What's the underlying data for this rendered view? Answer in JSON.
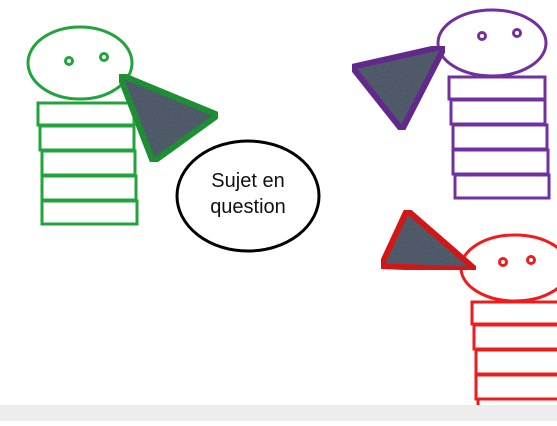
{
  "subject": {
    "label_line1": "Sujet en",
    "label_line2": "question"
  },
  "figures": [
    {
      "id": "green",
      "color": "#22a33b",
      "position": "top-left"
    },
    {
      "id": "purple",
      "color": "#7030a0",
      "position": "top-right"
    },
    {
      "id": "red",
      "color": "#ee1c1c",
      "position": "bottom-right"
    }
  ],
  "cone_fill": "#5b6778"
}
